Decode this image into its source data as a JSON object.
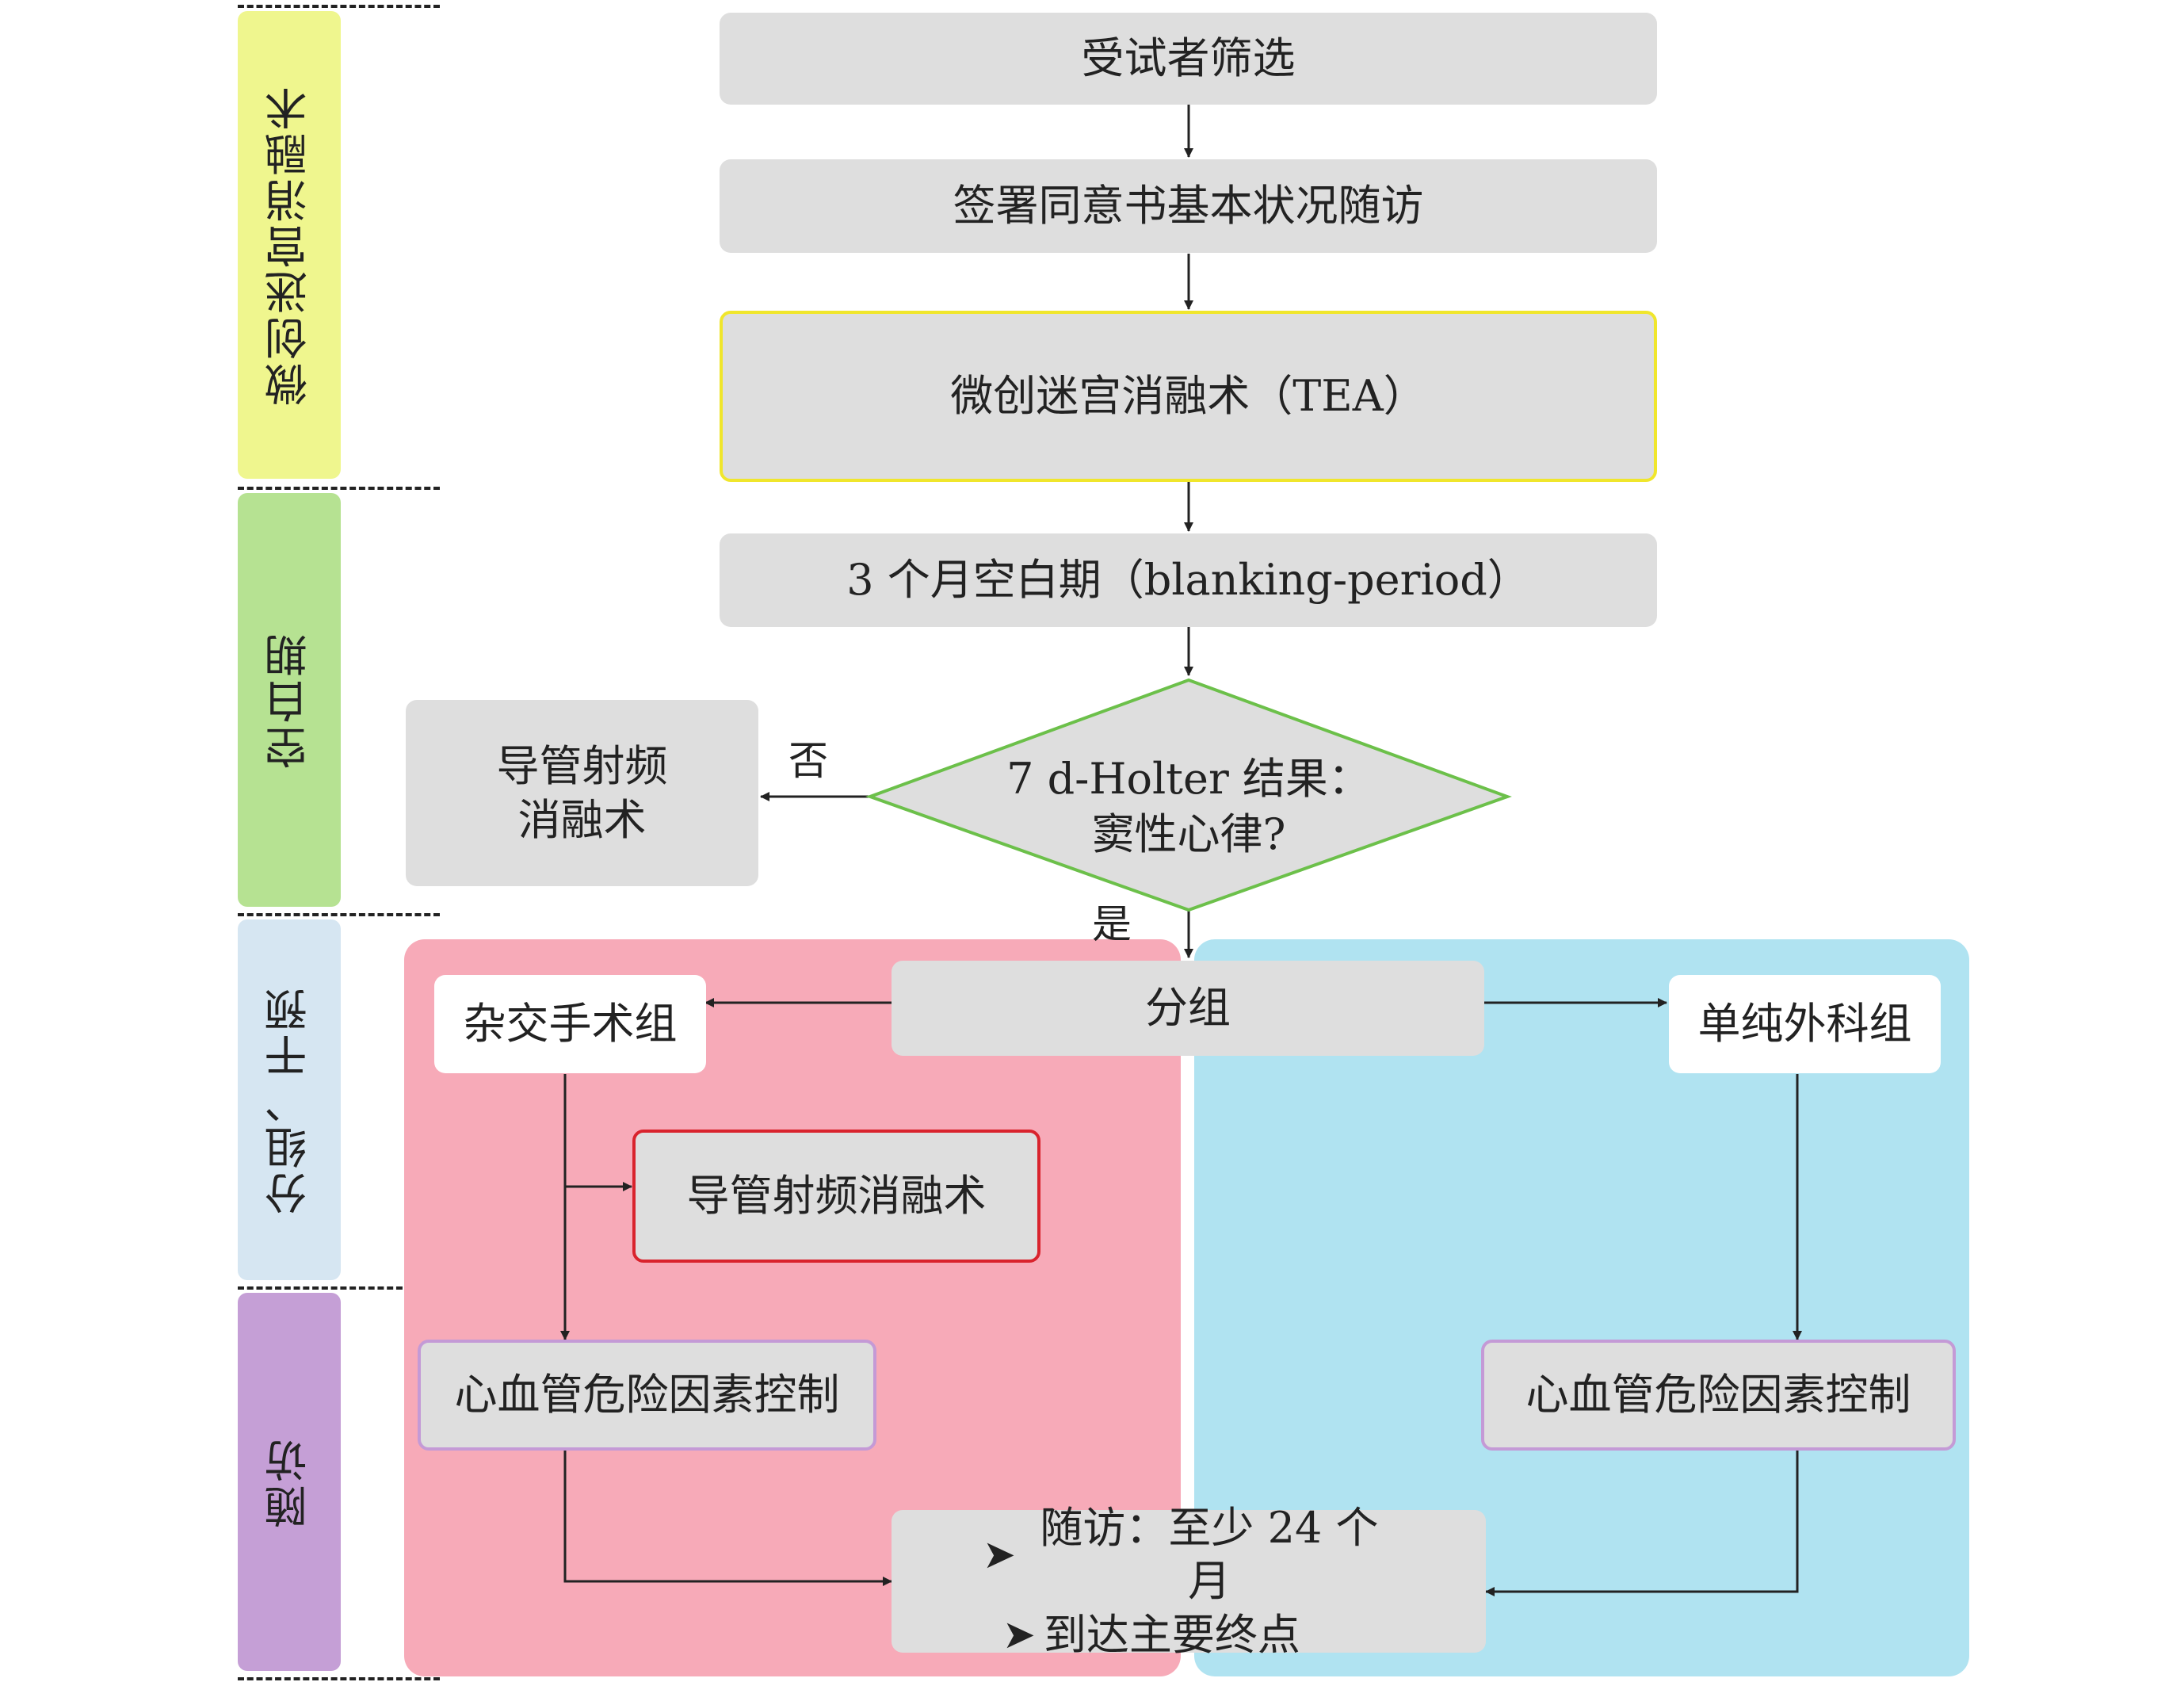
{
  "stages": [
    {
      "label": "微创迷宫消融术",
      "color": "#eff68e"
    },
    {
      "label": "空白期",
      "color": "#b6e292"
    },
    {
      "label": "分组、干预",
      "color": "#d6e6f2"
    },
    {
      "label": "随访",
      "color": "#c59fd6"
    }
  ],
  "nodes": {
    "screening": "受试者筛选",
    "consent": "签署同意书基本状况随访",
    "tea": "微创迷宫消融术（TEA）",
    "blanking": "3 个月空白期（blanking-period）",
    "decision_line1": "7 d-Holter 结果：",
    "decision_line2": "窦性心律?",
    "catheter_line1": "导管射频",
    "catheter_line2": "消融术",
    "grouping": "分组",
    "hybrid_group": "杂交手术组",
    "surgery_group": "单纯外科组",
    "hybrid_ablation": "导管射频消融术",
    "cv_risk_left": "心血管危险因素控制",
    "cv_risk_right": "心血管危险因素控制",
    "followup_line1": "随访：至少 24 个月",
    "followup_line2": "到达主要终点"
  },
  "edge_labels": {
    "no": "否",
    "yes": "是"
  },
  "colors": {
    "box_fill": "#dedede",
    "tea_border": "#f0e62c",
    "decision_border": "#6cc04a",
    "hybrid_panel": "#f7aab8",
    "surgery_panel": "#b0e3f1",
    "catheter_border": "#d9232d",
    "cv_border": "#c49ad6"
  }
}
